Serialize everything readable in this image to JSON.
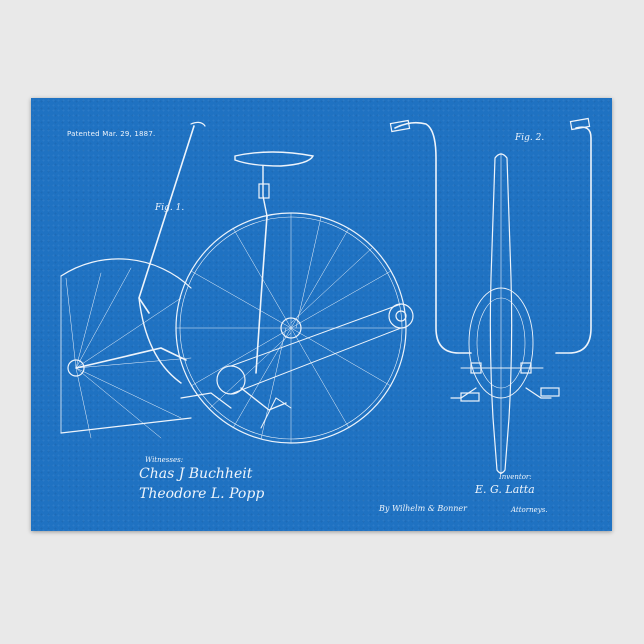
{
  "patent": {
    "date_line": "Patented Mar. 29, 1887.",
    "fig1_label": "Fig. 1.",
    "fig2_label": "Fig. 2."
  },
  "signatures": {
    "witnesses_label": "Witnesses:",
    "witness_1": "Chas J Buchheit",
    "witness_2": "Theodore L. Popp",
    "inventor_label": "Inventor:",
    "inventor_name": "E. G. Latta",
    "by_line": "By Wilhelm & Bonner",
    "attorneys_label": "Attorneys."
  },
  "colors": {
    "background": "#e9e9e9",
    "blueprint": "#1f72c2",
    "ink": "#eef4fb"
  }
}
